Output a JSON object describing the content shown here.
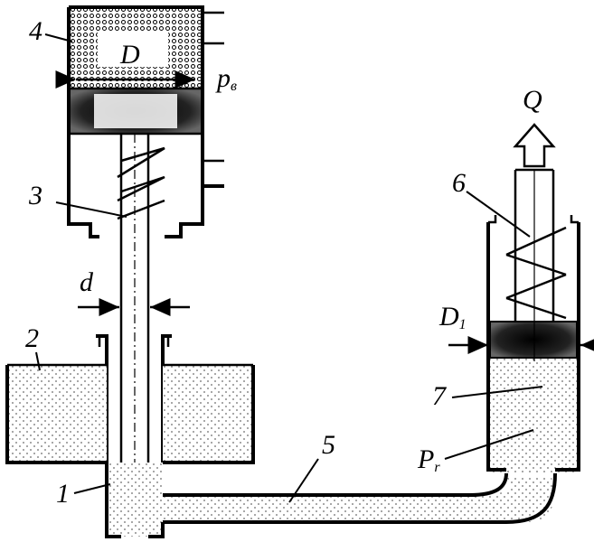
{
  "labels": {
    "part_1": "1",
    "part_2": "2",
    "part_3": "3",
    "part_4": "4",
    "part_5": "5",
    "part_6": "6",
    "part_7": "7",
    "dim_D": "D",
    "dim_d": "d",
    "dim_D1": "D",
    "dim_D1_sub": "1",
    "pressure_pv": "p",
    "pressure_pv_sub": "в",
    "pressure_Pr": "P",
    "pressure_Pr_sub": "r",
    "flow_Q": "Q"
  },
  "colors": {
    "ink": "#000000",
    "liquid_dot": "#6a6a6a",
    "piston_dark": "#111111",
    "background": "#ffffff"
  }
}
